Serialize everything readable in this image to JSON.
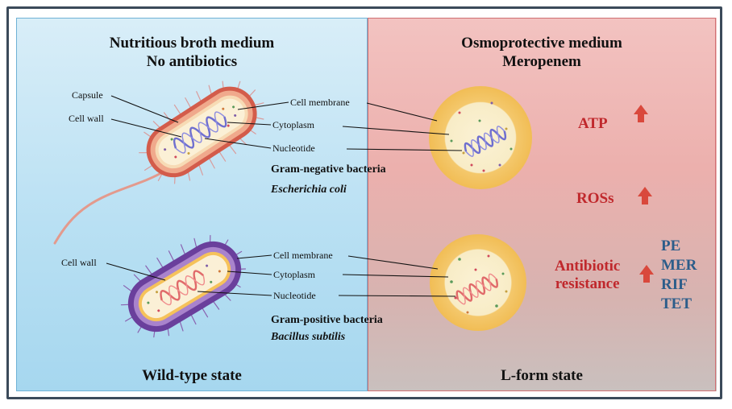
{
  "left": {
    "heading_line1": "Nutritious broth medium",
    "heading_line2": "No antibiotics",
    "footer": "Wild-type state",
    "gram_negative": {
      "labels": {
        "capsule": "Capsule",
        "cell_wall": "Cell wall",
        "cell_membrane": "Cell membrane",
        "cytoplasm": "Cytoplasm",
        "nucleotide": "Nucleotide"
      },
      "name": "Gram-negative bacteria",
      "species": "Escherichia coli"
    },
    "gram_positive": {
      "labels": {
        "cell_wall": "Cell wall",
        "cell_membrane": "Cell membrane",
        "cytoplasm": "Cytoplasm",
        "nucleotide": "Nucleotide"
      },
      "name": "Gram-positive bacteria",
      "species": "Bacillus subtilis"
    }
  },
  "right": {
    "heading_line1": "Osmoprotective medium",
    "heading_line2": "Meropenem",
    "footer": "L-form state",
    "indicators": {
      "atp": "ATP",
      "ros": "ROSs",
      "resistance_line1": "Antibiotic",
      "resistance_line2": "resistance"
    },
    "antibiotics": [
      "PE",
      "MER",
      "RIF",
      "TET"
    ]
  },
  "colors": {
    "left_panel": "#b9e0f3",
    "right_panel": "#ecb0ad",
    "increase_arrow": "#d9483c",
    "indicator_text": "#c0282c",
    "antibiotic_text": "#2c5d8a"
  }
}
